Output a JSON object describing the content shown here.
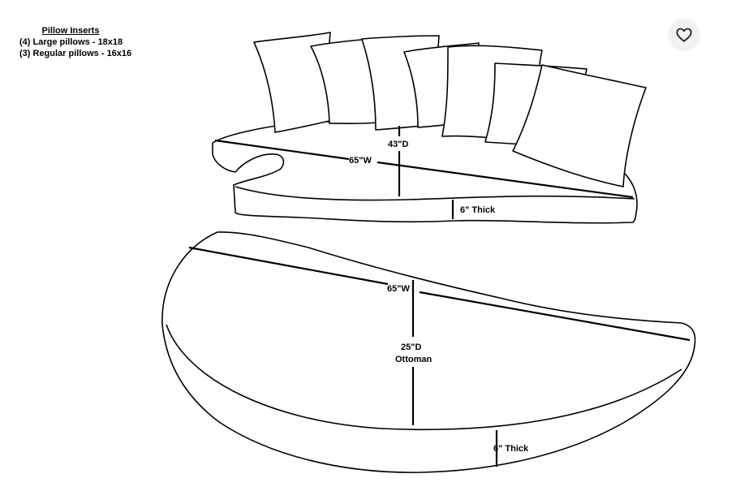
{
  "legend": {
    "title": "Pillow Inserts",
    "lines": [
      "(4) Large pillows - 18x18",
      "(3) Regular pillows - 16x16"
    ]
  },
  "favorite": {
    "icon": "heart-outline-icon",
    "active": false
  },
  "cushion": {
    "width_label": "65\"W",
    "depth_label": "43\"D",
    "thick_label": "6\" Thick"
  },
  "ottoman": {
    "width_label": "65\"W",
    "depth_label": "25\"D",
    "name_label": "Ottoman",
    "thick_label": "6\" Thick"
  },
  "colors": {
    "line": "#000000",
    "fill": "#ffffff",
    "button_bg": "#f2f2f2"
  }
}
